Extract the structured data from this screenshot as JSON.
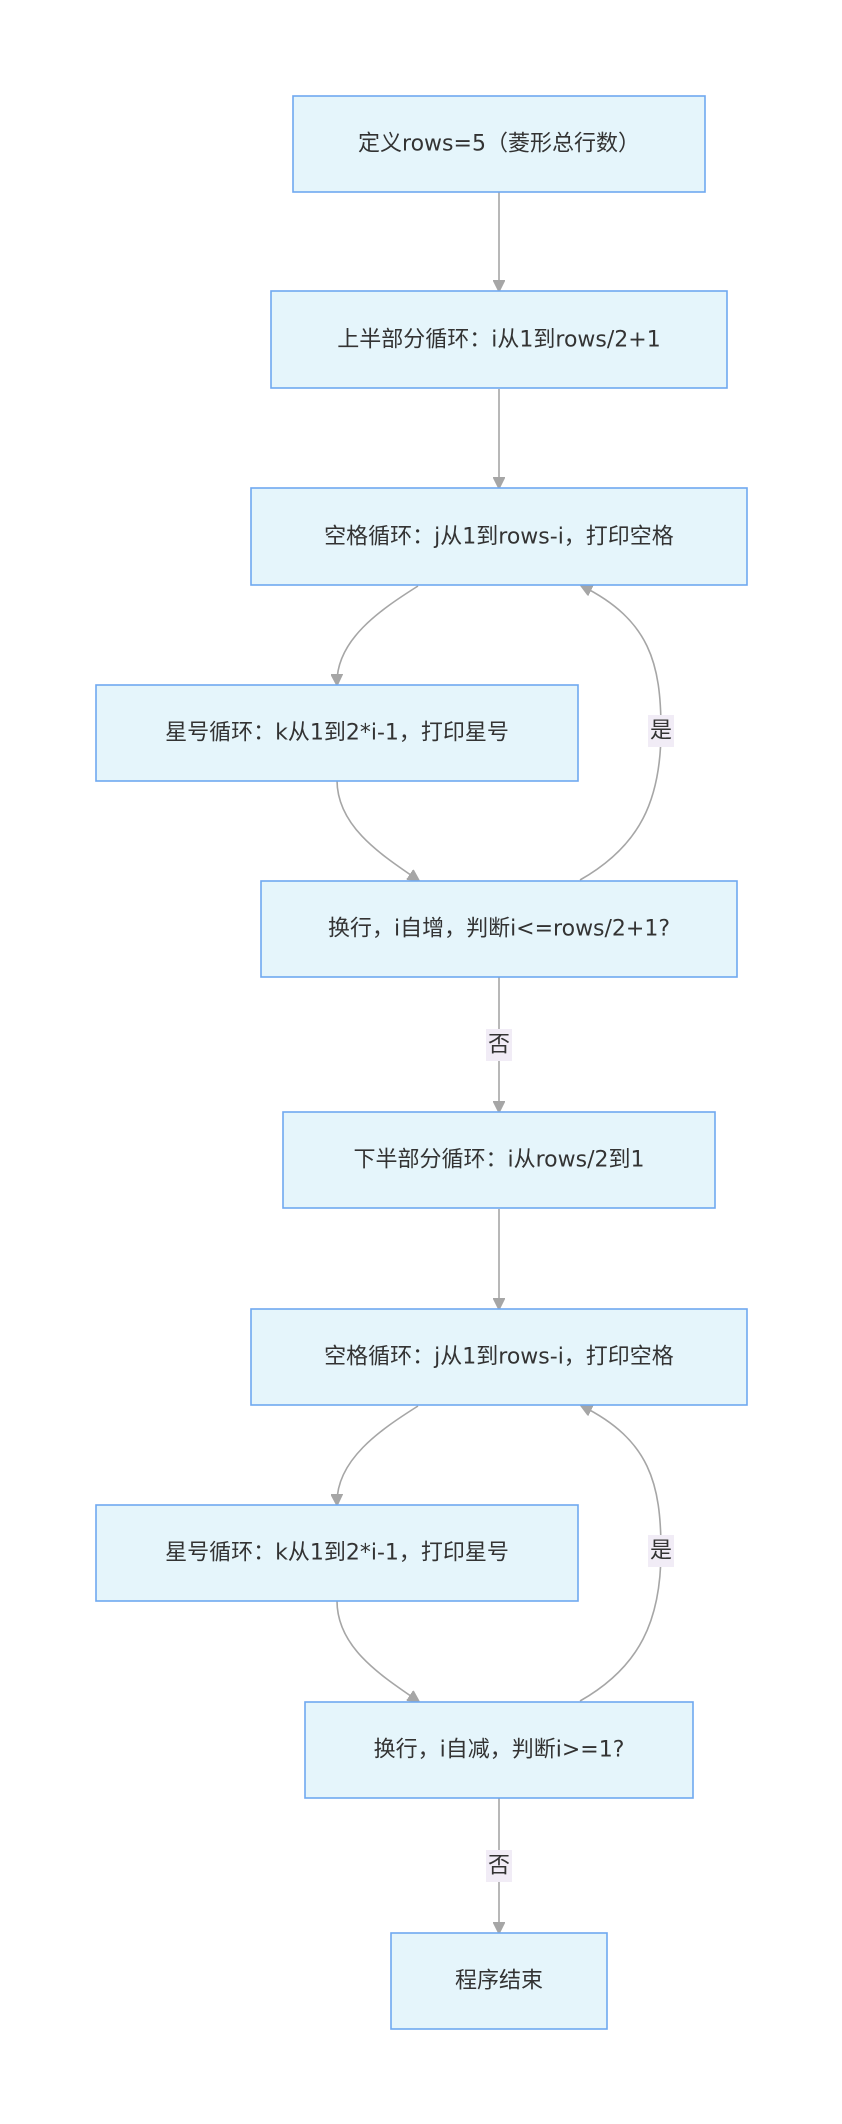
{
  "nodes": {
    "define_rows": "定义rows=5（菱形总行数）",
    "upper_loop": "上半部分循环：i从1到rows/2+1",
    "upper_space_loop": "空格循环：j从1到rows-i，打印空格",
    "upper_star_loop": "星号循环：k从1到2*i-1，打印星号",
    "upper_newline": "换行，i自增，判断i<=rows/2+1?",
    "lower_loop": "下半部分循环：i从rows/2到1",
    "lower_space_loop": "空格循环：j从1到rows-i，打印空格",
    "lower_star_loop": "星号循环：k从1到2*i-1，打印星号",
    "lower_newline": "换行，i自减，判断i>=1?",
    "end": "程序结束"
  },
  "edge_labels": {
    "upper_yes": "是",
    "upper_no": "否",
    "lower_yes": "是",
    "lower_no": "否"
  },
  "colors": {
    "node_fill": "#e5f5fb",
    "node_stroke": "#6fa8f0",
    "edge": "#a6a6a6",
    "label_bg": "#f1ecf6",
    "text": "#333333"
  }
}
